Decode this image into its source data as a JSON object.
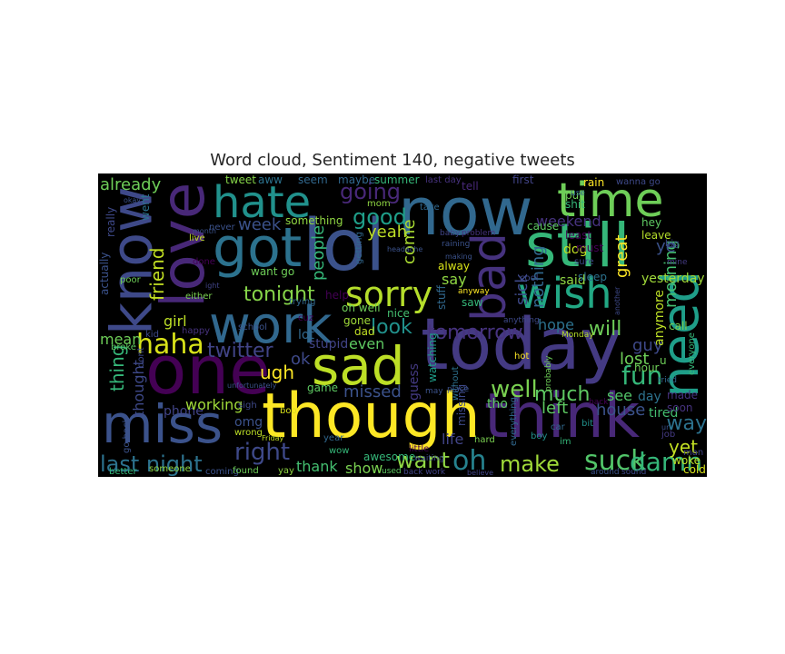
{
  "figure": {
    "title": "Word cloud, Sentiment 140, negative tweets",
    "background": "#000000",
    "colormap": "viridis"
  },
  "words": [
    {
      "text": "now",
      "color": "#31688e"
    },
    {
      "text": "lol",
      "color": "#3b528b"
    },
    {
      "text": "today",
      "color": "#443a83"
    },
    {
      "text": "though",
      "color": "#fde725"
    },
    {
      "text": "think",
      "color": "#482878"
    },
    {
      "text": "miss",
      "color": "#3b528b"
    },
    {
      "text": "one",
      "color": "#440154"
    },
    {
      "text": "work",
      "color": "#31688e"
    },
    {
      "text": "know",
      "color": "#3e4989"
    },
    {
      "text": "love",
      "color": "#482878"
    },
    {
      "text": "sad",
      "color": "#bddf26"
    },
    {
      "text": "still",
      "color": "#35b779"
    },
    {
      "text": "hate",
      "color": "#21918c"
    },
    {
      "text": "time",
      "color": "#6ece58"
    },
    {
      "text": "got",
      "color": "#2c728e"
    },
    {
      "text": "wish",
      "color": "#22a884"
    },
    {
      "text": "need",
      "color": "#1f9e89"
    },
    {
      "text": "bad",
      "color": "#46327e"
    },
    {
      "text": "sorry",
      "color": "#b5de2b"
    },
    {
      "text": "haha",
      "color": "#d8e219"
    },
    {
      "text": "last night",
      "color": "#2c728e"
    },
    {
      "text": "right",
      "color": "#3e4989"
    },
    {
      "text": "oh",
      "color": "#26828e"
    },
    {
      "text": "make",
      "color": "#a0da39"
    },
    {
      "text": "suck",
      "color": "#52c569"
    },
    {
      "text": "damn",
      "color": "#35b779"
    },
    {
      "text": "well",
      "color": "#7ad151"
    },
    {
      "text": "much",
      "color": "#5ec962"
    },
    {
      "text": "twitter",
      "color": "#414487"
    },
    {
      "text": "tonight",
      "color": "#86d549"
    },
    {
      "text": "sick",
      "color": "#3e4989"
    },
    {
      "text": "nothing",
      "color": "#31688e"
    },
    {
      "text": "going",
      "color": "#482878"
    },
    {
      "text": "good",
      "color": "#1f9e89"
    },
    {
      "text": "want",
      "color": "#90d743"
    },
    {
      "text": "tomorrow",
      "color": "#46327e"
    },
    {
      "text": "look",
      "color": "#21918c"
    },
    {
      "text": "ugh",
      "color": "#fde725"
    },
    {
      "text": "friend",
      "color": "#c2df23"
    },
    {
      "text": "already",
      "color": "#6ece58"
    },
    {
      "text": "week",
      "color": "#3b528b"
    },
    {
      "text": "people",
      "color": "#35b779"
    },
    {
      "text": "yeah",
      "color": "#bddf26"
    },
    {
      "text": "come",
      "color": "#aadc32"
    },
    {
      "text": "thing",
      "color": "#35b779"
    },
    {
      "text": "thought",
      "color": "#3e4989"
    },
    {
      "text": "fun",
      "color": "#35b779"
    },
    {
      "text": "lost",
      "color": "#6ece58"
    },
    {
      "text": "way",
      "color": "#2c728e"
    },
    {
      "text": "yet",
      "color": "#c2df23"
    },
    {
      "text": "will",
      "color": "#6ece58"
    },
    {
      "text": "hope",
      "color": "#2c728e"
    },
    {
      "text": "guy",
      "color": "#3e4989"
    },
    {
      "text": "house",
      "color": "#3b528b"
    },
    {
      "text": "left",
      "color": "#5ec962"
    },
    {
      "text": "life",
      "color": "#414487"
    },
    {
      "text": "morning",
      "color": "#44bf70"
    },
    {
      "text": "weekend",
      "color": "#46327e"
    },
    {
      "text": "phone",
      "color": "#414487"
    },
    {
      "text": "girl",
      "color": "#bddf26"
    },
    {
      "text": "working",
      "color": "#a0da39"
    },
    {
      "text": "omg",
      "color": "#3b528b"
    },
    {
      "text": "mean",
      "color": "#6ece58"
    },
    {
      "text": "missed",
      "color": "#3b528b"
    },
    {
      "text": "show",
      "color": "#7ad151"
    },
    {
      "text": "thank",
      "color": "#44bf70"
    },
    {
      "text": "even",
      "color": "#5ec962"
    },
    {
      "text": "stupid",
      "color": "#414487"
    },
    {
      "text": "ok",
      "color": "#3e4989"
    },
    {
      "text": "see",
      "color": "#52c569"
    },
    {
      "text": "day",
      "color": "#2c728e"
    },
    {
      "text": "say",
      "color": "#90d743"
    },
    {
      "text": "ye",
      "color": "#3b528b"
    },
    {
      "text": "great",
      "color": "#fde725"
    },
    {
      "text": "anymore",
      "color": "#bddf26"
    },
    {
      "text": "yesterday",
      "color": "#a0da39"
    },
    {
      "text": "tired",
      "color": "#44bf70"
    },
    {
      "text": "guess",
      "color": "#443a83"
    },
    {
      "text": "watching",
      "color": "#1f9e89"
    },
    {
      "text": "missing",
      "color": "#3e4989"
    },
    {
      "text": "stuff",
      "color": "#31688e"
    },
    {
      "text": "tho",
      "color": "#5ec962"
    },
    {
      "text": "want go",
      "color": "#6ece58"
    },
    {
      "text": "gone",
      "color": "#a0da39"
    },
    {
      "text": "lot",
      "color": "#31688e"
    },
    {
      "text": "help",
      "color": "#440154"
    },
    {
      "text": "dad",
      "color": "#c2df23"
    },
    {
      "text": "awesome",
      "color": "#35b779"
    },
    {
      "text": "oh well",
      "color": "#6ece58"
    },
    {
      "text": "nice",
      "color": "#44bf70"
    },
    {
      "text": "game",
      "color": "#5ec962"
    },
    {
      "text": "something",
      "color": "#90d743"
    },
    {
      "text": "getting",
      "color": "#31688e"
    },
    {
      "text": "alway",
      "color": "#d8e219"
    },
    {
      "text": "said",
      "color": "#90d743"
    },
    {
      "text": "cause",
      "color": "#5ec962"
    },
    {
      "text": "dog",
      "color": "#c2df23"
    },
    {
      "text": "least",
      "color": "#440154"
    },
    {
      "text": "must",
      "color": "#440154"
    },
    {
      "text": "shit",
      "color": "#35b779"
    },
    {
      "text": "put",
      "color": "#6ece58"
    },
    {
      "text": "rain",
      "color": "#fde725"
    },
    {
      "text": "hey",
      "color": "#5ec962"
    },
    {
      "text": "leave",
      "color": "#b5de2b"
    },
    {
      "text": "sleep",
      "color": "#2c728e"
    },
    {
      "text": "call",
      "color": "#7ad151"
    },
    {
      "text": "hour",
      "color": "#6ece58"
    },
    {
      "text": "made",
      "color": "#46327e"
    },
    {
      "text": "soon",
      "color": "#46327e"
    },
    {
      "text": "woke",
      "color": "#bddf26"
    },
    {
      "text": "cold",
      "color": "#d8e219"
    },
    {
      "text": "tweet",
      "color": "#86d549"
    },
    {
      "text": "aww",
      "color": "#2c728e"
    },
    {
      "text": "seem",
      "color": "#31688e"
    },
    {
      "text": "maybe",
      "color": "#31688e"
    },
    {
      "text": "summer",
      "color": "#35b779"
    },
    {
      "text": "last day",
      "color": "#46327e"
    },
    {
      "text": "tell",
      "color": "#482878"
    },
    {
      "text": "first",
      "color": "#414487"
    },
    {
      "text": "wanna go",
      "color": "#3e4989"
    },
    {
      "text": "went",
      "color": "#2c728e"
    },
    {
      "text": "really",
      "color": "#3e4989"
    },
    {
      "text": "actually",
      "color": "#3b528b"
    },
    {
      "text": "never",
      "color": "#3b528b"
    },
    {
      "text": "live",
      "color": "#c2df23"
    },
    {
      "text": "done",
      "color": "#440154"
    },
    {
      "text": "mom",
      "color": "#90d743"
    },
    {
      "text": "poor",
      "color": "#6ece58"
    },
    {
      "text": "kid",
      "color": "#3e4989"
    },
    {
      "text": "school",
      "color": "#3b528b"
    },
    {
      "text": "trying",
      "color": "#31688e"
    },
    {
      "text": "either",
      "color": "#7ad151"
    },
    {
      "text": "happy",
      "color": "#46327e"
    },
    {
      "text": "cuz",
      "color": "#440154"
    },
    {
      "text": "broke",
      "color": "#5ec962"
    },
    {
      "text": "dont",
      "color": "#3e4989"
    },
    {
      "text": "go back",
      "color": "#3b528b"
    },
    {
      "text": "better",
      "color": "#35b779"
    },
    {
      "text": "someone",
      "color": "#90d743"
    },
    {
      "text": "coming",
      "color": "#3b528b"
    },
    {
      "text": "found",
      "color": "#6ece58"
    },
    {
      "text": "yay",
      "color": "#90d743"
    },
    {
      "text": "wrong",
      "color": "#bddf26"
    },
    {
      "text": "sigh",
      "color": "#3e4989"
    },
    {
      "text": "unfortunately",
      "color": "#3b528b"
    },
    {
      "text": "boo",
      "color": "#d8e219"
    },
    {
      "text": "year",
      "color": "#31688e"
    },
    {
      "text": "wow",
      "color": "#35b779"
    },
    {
      "text": "little",
      "color": "#440154"
    },
    {
      "text": "waiting",
      "color": "#3e4989"
    },
    {
      "text": "used",
      "color": "#5ec962"
    },
    {
      "text": "back work",
      "color": "#414487"
    },
    {
      "text": "hard",
      "color": "#7ad151"
    },
    {
      "text": "everything",
      "color": "#31688e"
    },
    {
      "text": "boy",
      "color": "#21918c"
    },
    {
      "text": "probably",
      "color": "#6ece58"
    },
    {
      "text": "car",
      "color": "#31688e"
    },
    {
      "text": "im",
      "color": "#35b779"
    },
    {
      "text": "bit",
      "color": "#21918c"
    },
    {
      "text": "job",
      "color": "#443a83"
    },
    {
      "text": "back",
      "color": "#440154"
    },
    {
      "text": "around",
      "color": "#3b528b"
    },
    {
      "text": "sound",
      "color": "#3e4989"
    },
    {
      "text": "without",
      "color": "#2c728e"
    },
    {
      "text": "hot",
      "color": "#fde725"
    },
    {
      "text": "Monday",
      "color": "#b5de2b"
    },
    {
      "text": "Friday",
      "color": "#c2df23"
    },
    {
      "text": "raining",
      "color": "#3b528b"
    },
    {
      "text": "anyway",
      "color": "#fde725"
    },
    {
      "text": "saw",
      "color": "#35b779"
    },
    {
      "text": "anything",
      "color": "#3e4989"
    },
    {
      "text": "cool",
      "color": "#3e4989"
    },
    {
      "text": "u",
      "color": "#6ece58"
    },
    {
      "text": "believe",
      "color": "#414487"
    },
    {
      "text": "headache",
      "color": "#3b528b"
    },
    {
      "text": "another",
      "color": "#3e4989"
    },
    {
      "text": "big",
      "color": "#3e4989"
    },
    {
      "text": "everyone",
      "color": "#35b779"
    },
    {
      "text": "man",
      "color": "#414487"
    },
    {
      "text": "month",
      "color": "#3b528b"
    },
    {
      "text": "okay",
      "color": "#3b528b"
    },
    {
      "text": "use",
      "color": "#31688e"
    },
    {
      "text": "sure",
      "color": "#3e4989"
    },
    {
      "text": "take",
      "color": "#31688e"
    },
    {
      "text": "place",
      "color": "#3b528b"
    },
    {
      "text": "may",
      "color": "#3b528b"
    },
    {
      "text": "baby",
      "color": "#414487"
    },
    {
      "text": "problem",
      "color": "#46327e"
    },
    {
      "text": "making",
      "color": "#3b528b"
    },
    {
      "text": "ur",
      "color": "#3b528b"
    },
    {
      "text": "mine",
      "color": "#443a83"
    },
    {
      "text": "tried",
      "color": "#31688e"
    },
    {
      "text": "ight",
      "color": "#414487"
    }
  ]
}
